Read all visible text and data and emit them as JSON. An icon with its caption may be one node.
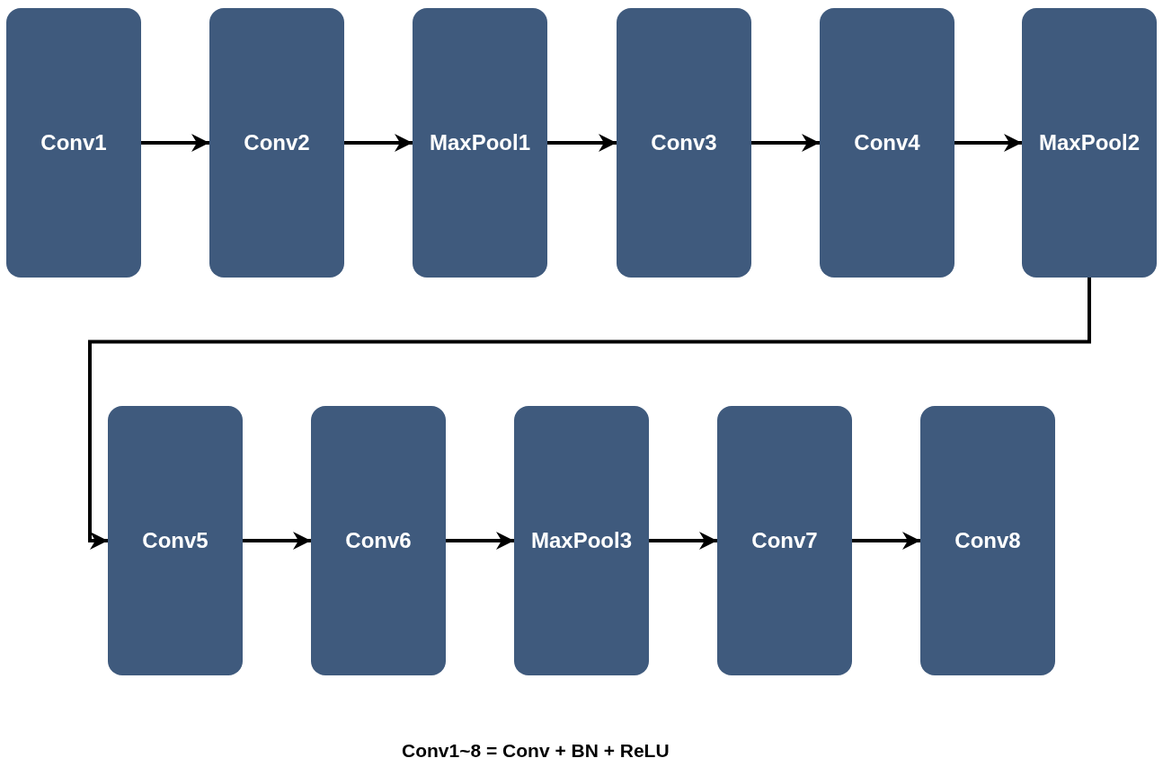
{
  "diagram": {
    "caption": "Conv1~8 = Conv + BN + ReLU",
    "nodes": [
      {
        "text": [
          "Conv1"
        ]
      },
      {
        "text": [
          "Conv2"
        ]
      },
      {
        "text": [
          "MaxPool1"
        ]
      },
      {
        "text": [
          "Conv3"
        ]
      },
      {
        "text": [
          "Conv4"
        ]
      },
      {
        "text": [
          "MaxPool2"
        ]
      },
      {
        "text": [
          "Conv5"
        ]
      },
      {
        "text": [
          "Conv6"
        ]
      },
      {
        "text": [
          "MaxPool3"
        ]
      },
      {
        "text": [
          "Conv7"
        ]
      },
      {
        "text": [
          "Conv8"
        ]
      }
    ],
    "edges": [
      {
        "from": 0,
        "to": 1,
        "arrow": "to"
      },
      {
        "from": 1,
        "to": 2,
        "arrow": "to"
      },
      {
        "from": 2,
        "to": 3,
        "arrow": "to"
      },
      {
        "from": 3,
        "to": 4,
        "arrow": "to"
      },
      {
        "from": 4,
        "to": 5,
        "arrow": "to"
      },
      {
        "from": 5,
        "to": 6,
        "arrow": "to"
      },
      {
        "from": 6,
        "to": 7,
        "arrow": "to"
      },
      {
        "from": 7,
        "to": 8,
        "arrow": "to"
      },
      {
        "from": 8,
        "to": 9,
        "arrow": "to"
      },
      {
        "from": 9,
        "to": 10,
        "arrow": "to"
      }
    ]
  }
}
